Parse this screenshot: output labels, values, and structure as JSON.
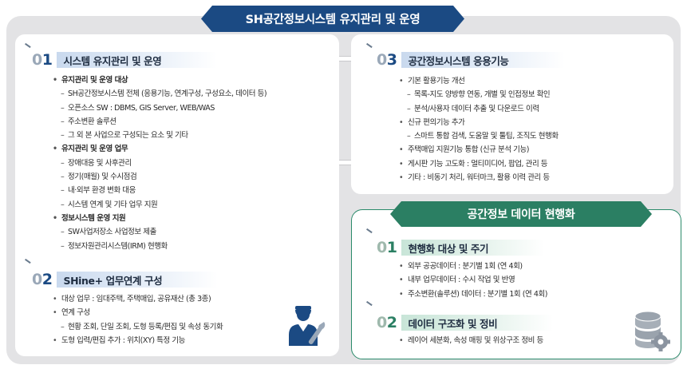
{
  "title": "SH공간정보시스템 유지관리 및 운영",
  "green_title": "공간정보 데이터 현행화",
  "colors": {
    "navy": "#1b4a83",
    "green": "#2b7f63",
    "panel": "#e3e3e5"
  },
  "icons": {
    "worker": "worker-with-wrench-icon",
    "database": "database-gear-icon"
  },
  "sections": {
    "s1": {
      "num_a": "0",
      "num_b": "1",
      "label": "시스템 유지관리 및 운영",
      "items": [
        "유지관리 및 운영 대상",
        "SH공간정보시스템 전체 (응용기능, 연계구성, 구성요소, 데이터 등)",
        "오픈소스 SW : DBMS, GIS Server, WEB/WAS",
        "주소변환 솔루션",
        "그 외 본 사업으로 구성되는 요소 및 기타",
        "유지관리 및 운영 업무",
        "장애대응 및 사후관리",
        "정기(매월) 및 수시점검",
        "내·외부 환경 변화 대응",
        "시스템 연계 및 기타 업무 지원",
        "정보시스템 운영 지원",
        "SW사업저장소 사업정보 제출",
        "정보자원관리시스템(IRM) 현행화"
      ]
    },
    "s2": {
      "num_a": "0",
      "num_b": "2",
      "label": "SHine+ 업무연계 구성",
      "items": [
        "대상 업무 : 임대주택, 주택매입, 공유재산 (총 3종)",
        "연계 구성",
        "현황 조회, 단일 조회, 도형 등록/편집 및 속성 동기화",
        "도형 입력/편집 추가 : 위치(XY) 특정 기능"
      ]
    },
    "s3": {
      "num_a": "0",
      "num_b": "3",
      "label": "공간정보시스템 응용기능",
      "items": [
        "기본 활용기능 개선",
        "목록-지도 양방향 연동, 개별 및 인접정보 확인",
        "분석/사용자 데이터 추출 및 다운로드 이력",
        "신규 편의기능 추가",
        "스마트 통합 검색, 도움말 및 툴팁, 조직도 현행화",
        "주택매입 지원기능 통합 (신규 분석 기능)",
        "게시판 기능 고도화 : 멀티미디어, 팝업, 관리 등",
        "기타 : 비동기 처리, 워터마크, 활용 이력 관리 등"
      ]
    },
    "g1": {
      "num_a": "0",
      "num_b": "1",
      "label": "현행화 대상 및 주기",
      "items": [
        "외부 공공데이터 : 분기별 1회 (연 4회)",
        "내부 업무데이터 : 수시 작업 및 반영",
        "주소변환(솔루션) 데이터 : 분기별 1회 (연 4회)"
      ]
    },
    "g2": {
      "num_a": "0",
      "num_b": "2",
      "label": "데이터 구조화 및 정비",
      "items": [
        "레이어 세분화, 속성 매핑 및 위상구조 정비 등"
      ]
    }
  }
}
